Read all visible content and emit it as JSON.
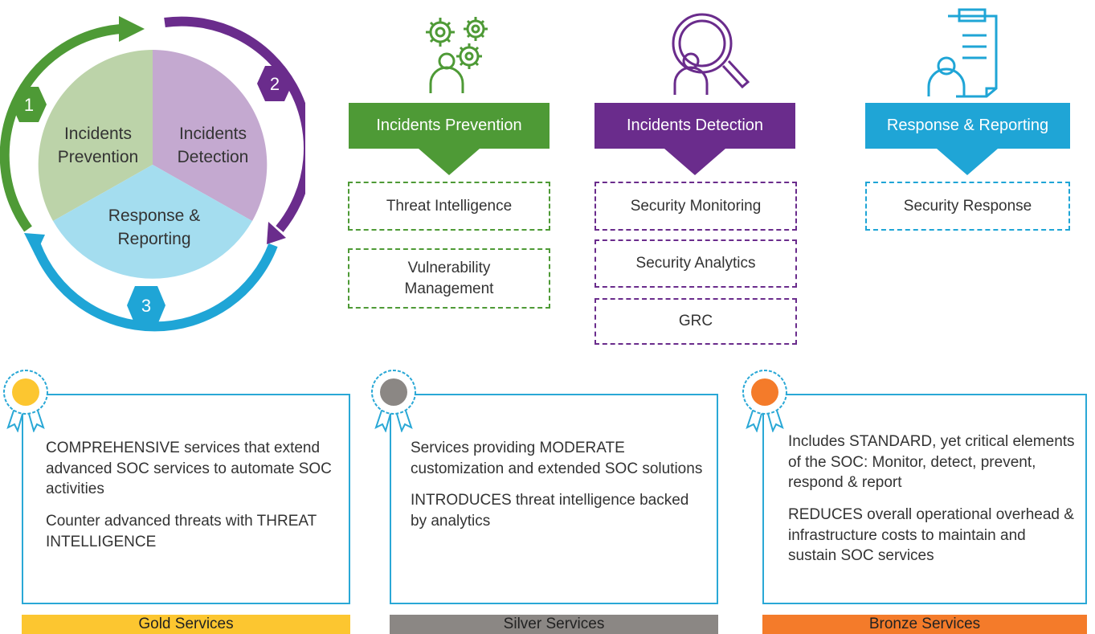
{
  "cycle": {
    "segments": [
      {
        "num": "1",
        "line1": "Incidents",
        "line2": "Prevention",
        "color": "#bcd3a9"
      },
      {
        "num": "2",
        "line1": "Incidents",
        "line2": "Detection",
        "color": "#c4a9d0"
      },
      {
        "num": "3",
        "line1": "Response &",
        "line2": "Reporting",
        "color": "#a4ddef"
      }
    ],
    "ring_colors": [
      "#4e9a36",
      "#6a2c8c",
      "#1fa5d6"
    ]
  },
  "columns": [
    {
      "title": "Incidents Prevention",
      "color": "#4e9a36",
      "icon": "gears-person-icon",
      "items": [
        "Threat Intelligence",
        "Vulnerability\nManagement"
      ]
    },
    {
      "title": "Incidents Detection",
      "color": "#6a2c8c",
      "icon": "magnifier-person-icon",
      "items": [
        "Security Monitoring",
        "Security Analytics",
        "GRC"
      ]
    },
    {
      "title": "Response & Reporting",
      "color": "#1fa5d6",
      "icon": "clipboard-person-icon",
      "items": [
        "Security Response"
      ]
    }
  ],
  "tiers": [
    {
      "name": "Gold Services",
      "medal_color": "#fcc630",
      "bar_color": "#fcc630",
      "lines": [
        "COMPREHENSIVE services that extend advanced SOC services to automate SOC activities",
        "Counter advanced threats with THREAT INTELLIGENCE"
      ]
    },
    {
      "name": "Silver Services",
      "medal_color": "#8b8784",
      "bar_color": "#8b8784",
      "lines": [
        "Services providing MODERATE customization and extended SOC solutions",
        "INTRODUCES threat intelligence backed by analytics"
      ]
    },
    {
      "name": "Bronze Services",
      "medal_color": "#f47b2a",
      "bar_color": "#f47b2a",
      "lines": [
        "Includes STANDARD, yet critical elements of the SOC: Monitor, detect, prevent, respond & report",
        "REDUCES overall operational overhead & infrastructure costs to maintain and sustain SOC services"
      ]
    }
  ]
}
